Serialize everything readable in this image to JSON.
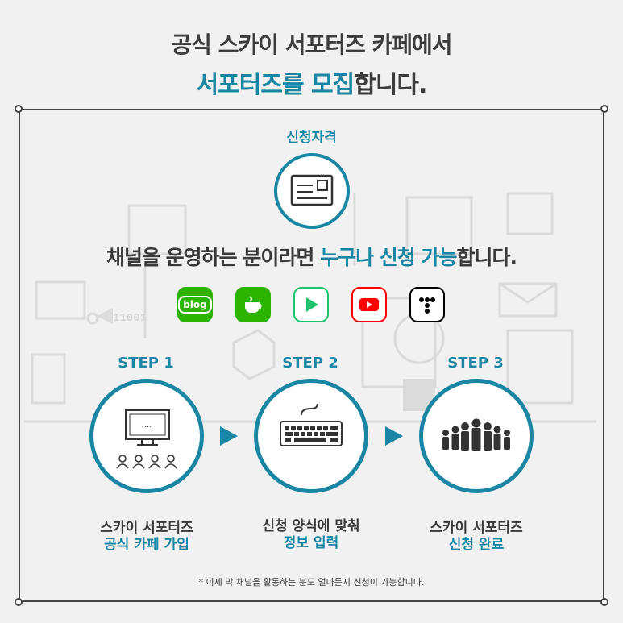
{
  "header": {
    "line1": "공식 스카이 서포터즈 카페에서",
    "line2_highlight": "서포터즈를 모집",
    "line2_rest": "합니다."
  },
  "qualification": {
    "label": "신청자격",
    "headline_prefix": "채널을 운영하는 분이라면 ",
    "headline_highlight": "누구나 신청 가능",
    "headline_suffix": "합니다."
  },
  "channels": [
    {
      "name": "naver-blog",
      "label": "blog",
      "color": "#2db400"
    },
    {
      "name": "naver-cafe",
      "label": "",
      "color": "#2db400"
    },
    {
      "name": "naver-tv",
      "label": "",
      "color": "#1ec46b"
    },
    {
      "name": "youtube",
      "label": "",
      "color": "#ff0000"
    },
    {
      "name": "tiktok-style",
      "label": "",
      "color": "#000000"
    }
  ],
  "steps": [
    {
      "label": "STEP 1",
      "text1": "스카이 서포터즈",
      "text2": "공식 카페 가입",
      "icon": "monitor-people-icon"
    },
    {
      "label": "STEP 2",
      "text1": "신청 양식에 맞춰",
      "text2": "정보 입력",
      "icon": "keyboard-icon"
    },
    {
      "label": "STEP 3",
      "text1": "스카이 서포터즈",
      "text2": "신청 완료",
      "icon": "crowd-icon"
    }
  ],
  "footnote": "* 이제 막 채널을 활동하는 분도 얼마든지 신청이 가능합니다.",
  "background_text": "11001",
  "colors": {
    "accent": "#1a86a4",
    "text": "#3a3a3a",
    "background": "#f1f1f1"
  }
}
